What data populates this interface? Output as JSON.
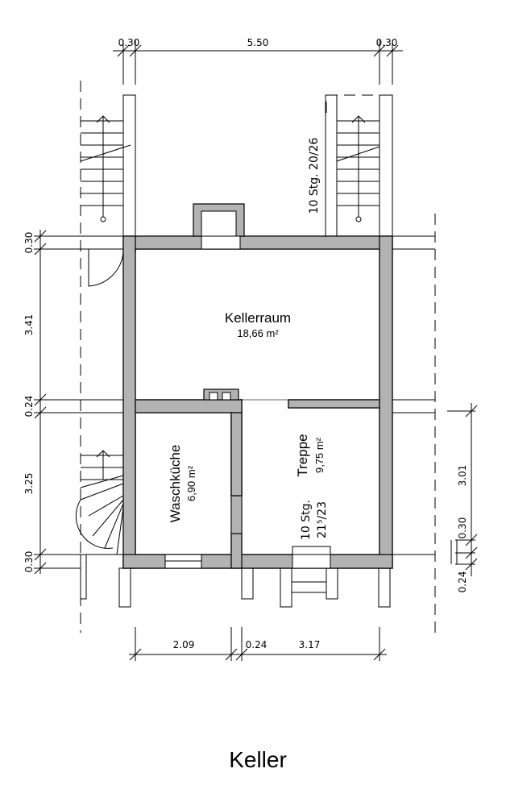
{
  "title": "Keller",
  "rooms": [
    {
      "name": "Kellerraum",
      "area": "18,66 m²"
    },
    {
      "name": "Waschküche",
      "area": "6,90 m²"
    },
    {
      "name": "Treppe",
      "area": "9,75 m²"
    }
  ],
  "stairs": [
    {
      "steps": "10 Stg. 20/26"
    },
    {
      "steps": "10 Stg.",
      "ratio": "21⁵/23"
    }
  ],
  "dimensions": {
    "top": [
      "0.30",
      "5.50",
      "0.30"
    ],
    "left": [
      "0.30",
      "3.41",
      "0.24",
      "3.25",
      "0.30"
    ],
    "right": [
      "3.01",
      "0.30",
      "0.24"
    ],
    "bottom": [
      "2.09",
      "0.24",
      "3.17"
    ]
  }
}
